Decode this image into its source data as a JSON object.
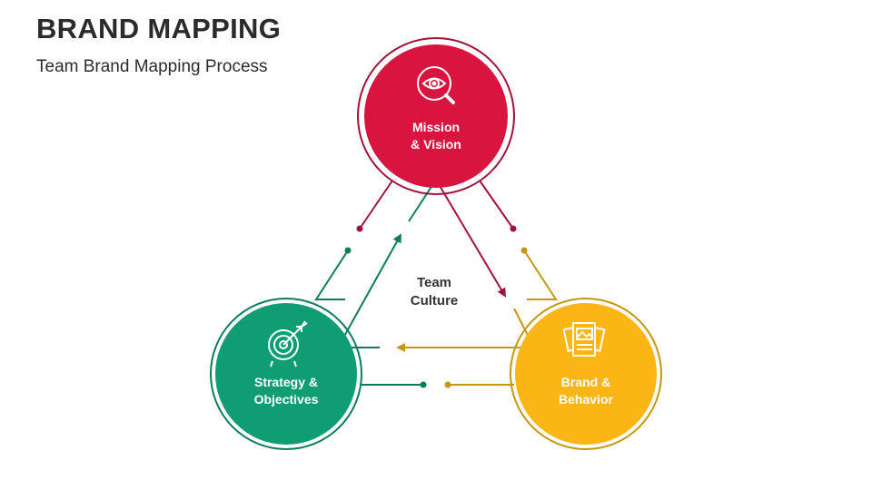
{
  "title": "BRAND MAPPING",
  "subtitle": "Team Brand Mapping Process",
  "center": {
    "line1": "Team",
    "line2": "Culture"
  },
  "nodes": {
    "mission": {
      "line1": "Mission",
      "line2": "& Vision",
      "color": "#d8143f",
      "icon": "eye-magnifier-icon"
    },
    "strategy": {
      "line1": "Strategy &",
      "line2": "Objectives",
      "color": "#0f9d74",
      "icon": "target-arrow-icon"
    },
    "brand": {
      "line1": "Brand &",
      "line2": "Behavior",
      "color": "#fbb515",
      "icon": "documents-image-icon"
    }
  },
  "colors": {
    "red": "#d8143f",
    "green": "#0f9d74",
    "yellow": "#fbb515",
    "dark_red": "#a3123a",
    "dark_yellow": "#c8960c",
    "dark_green": "#0b7d5c"
  }
}
